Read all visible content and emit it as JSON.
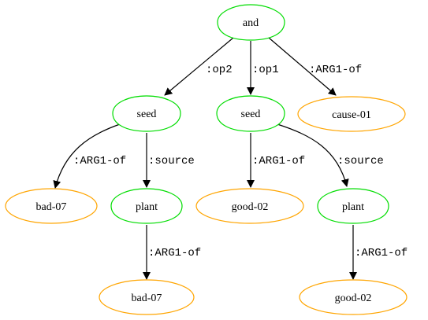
{
  "colors": {
    "concept_node": "#00dd00",
    "attribute_node": "#ffa500",
    "edge": "#000000",
    "background": "#ffffff"
  },
  "nodes": {
    "and": {
      "label": "and",
      "kind": "concept"
    },
    "seed_left": {
      "label": "seed",
      "kind": "concept"
    },
    "seed_mid": {
      "label": "seed",
      "kind": "concept"
    },
    "cause": {
      "label": "cause-01",
      "kind": "attribute"
    },
    "bad_top": {
      "label": "bad-07",
      "kind": "attribute"
    },
    "plant_left": {
      "label": "plant",
      "kind": "concept"
    },
    "good_top": {
      "label": "good-02",
      "kind": "attribute"
    },
    "plant_right": {
      "label": "plant",
      "kind": "concept"
    },
    "bad_bottom": {
      "label": "bad-07",
      "kind": "attribute"
    },
    "good_bottom": {
      "label": "good-02",
      "kind": "attribute"
    }
  },
  "edges": {
    "and_op2": {
      "from": "and",
      "to": "seed_left",
      "label": ":op2"
    },
    "and_op1": {
      "from": "and",
      "to": "seed_mid",
      "label": ":op1"
    },
    "and_arg1of": {
      "from": "and",
      "to": "cause",
      "label": ":ARG1-of"
    },
    "seedl_arg1of": {
      "from": "seed_left",
      "to": "bad_top",
      "label": ":ARG1-of"
    },
    "seedl_source": {
      "from": "seed_left",
      "to": "plant_left",
      "label": ":source"
    },
    "seedm_arg1of": {
      "from": "seed_mid",
      "to": "good_top",
      "label": ":ARG1-of"
    },
    "seedm_source": {
      "from": "seed_mid",
      "to": "plant_right",
      "label": ":source"
    },
    "plantl_arg1of": {
      "from": "plant_left",
      "to": "bad_bottom",
      "label": ":ARG1-of"
    },
    "plantr_arg1of": {
      "from": "plant_right",
      "to": "good_bottom",
      "label": ":ARG1-of"
    }
  }
}
